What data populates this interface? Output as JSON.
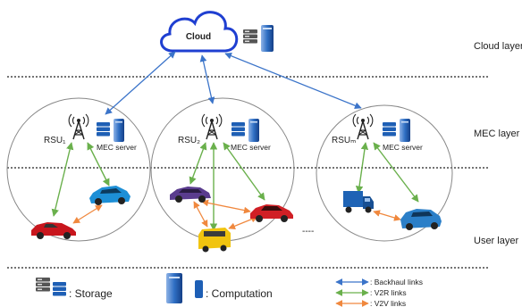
{
  "layers": {
    "cloud": "Cloud layer",
    "mec": "MEC layer",
    "user": "User layer"
  },
  "cloud": {
    "label": "Cloud"
  },
  "rsus": [
    {
      "name": "RSU₁",
      "server_label": "MEC server"
    },
    {
      "name": "RSU₂",
      "server_label": "MEC server"
    },
    {
      "name": "RSUₘ",
      "server_label": "MEC server"
    }
  ],
  "ellipsis": "----",
  "legend": {
    "storage": ": Storage",
    "computation": ": Computation",
    "backhaul": ": Backhaul links",
    "v2r": ": V2R links",
    "v2v": ": V2V links"
  },
  "colors": {
    "cloud_stroke": "#1f3fd1",
    "backhaul": "#3b74c9",
    "v2r": "#6ab04c",
    "v2v": "#f0883e",
    "server_blue": "#1e5fb5"
  },
  "icons": [
    "cloud-icon",
    "server-rack-icon",
    "antenna-tower-icon",
    "storage-icon",
    "computation-icon",
    "car-icon",
    "truck-icon",
    "bus-icon"
  ]
}
